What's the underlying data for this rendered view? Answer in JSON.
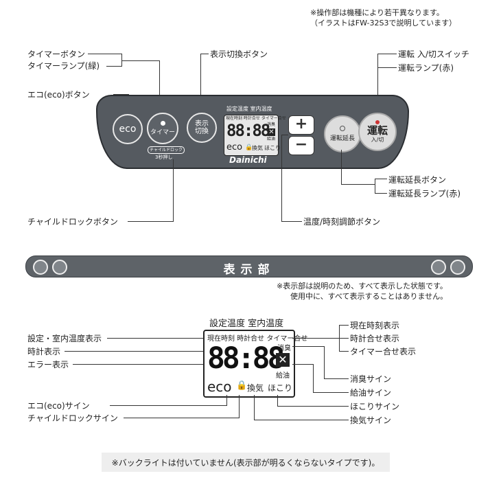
{
  "header_note": {
    "line1": "※操作部は機種により若干異なります。",
    "line2": "（イラストはFW-32S3で説明しています）"
  },
  "labels": {
    "timer_button": "タイマーボタン",
    "timer_lamp": "タイマーランプ(緑)",
    "eco_button": "エコ(eco)ボタン",
    "display_switch": "表示切換ボタン",
    "power_switch": "運転 入/切スイッチ",
    "power_lamp": "運転ランプ(赤)",
    "extend_button": "運転延長ボタン",
    "extend_lamp": "運転延長ランプ(赤)",
    "child_lock_button": "チャイルドロックボタン",
    "adjust_button": "温度/時刻調節ボタン"
  },
  "panel": {
    "eco": "eco",
    "timer": "タイマー",
    "display_line1": "表示",
    "display_line2": "切換",
    "lcd_header": "設定温度 室内温度",
    "lcd_top": "現在時刻 時計合せ タイマー合せ",
    "digits": "88:88",
    "deodor": "消臭",
    "refuel": "給油",
    "eco_sign": "eco",
    "vent": "換気",
    "dust": "ほこり",
    "brand": "Dainichi",
    "child_lock": "チャイルドロック",
    "three_sec": "3秒押し",
    "plus": "+",
    "minus": "−",
    "extend": "運転延長",
    "power": "運転",
    "power_sub": "入/切"
  },
  "banner": {
    "title": "表示部"
  },
  "display_note": {
    "line1": "※表示部は説明のため、すべて表示した状態です。",
    "line2": "使用中に、すべて表示することはありません。"
  },
  "display": {
    "header": "設定温度 室内温度",
    "top": "現在時刻 時計合せ タイマー合せ",
    "digits": "88:88",
    "deodor": "消臭",
    "refuel": "給油",
    "eco": "eco",
    "vent": "換気",
    "dust": "ほこり"
  },
  "display_labels": {
    "temp_display": "設定・室内温度表示",
    "clock_display": "時計表示",
    "error_display": "エラー表示",
    "current_time": "現在時刻表示",
    "clock_set": "時計合せ表示",
    "timer_set": "タイマー合せ表示",
    "deodor_sign": "消臭サイン",
    "refuel_sign": "給油サイン",
    "dust_sign": "ほこりサイン",
    "vent_sign": "換気サイン",
    "eco_sign": "エコ(eco)サイン",
    "child_lock_sign": "チャイルドロックサイン"
  },
  "bottom_note": "※バックライトは付いていません(表示部が明るくならないタイプです)。"
}
